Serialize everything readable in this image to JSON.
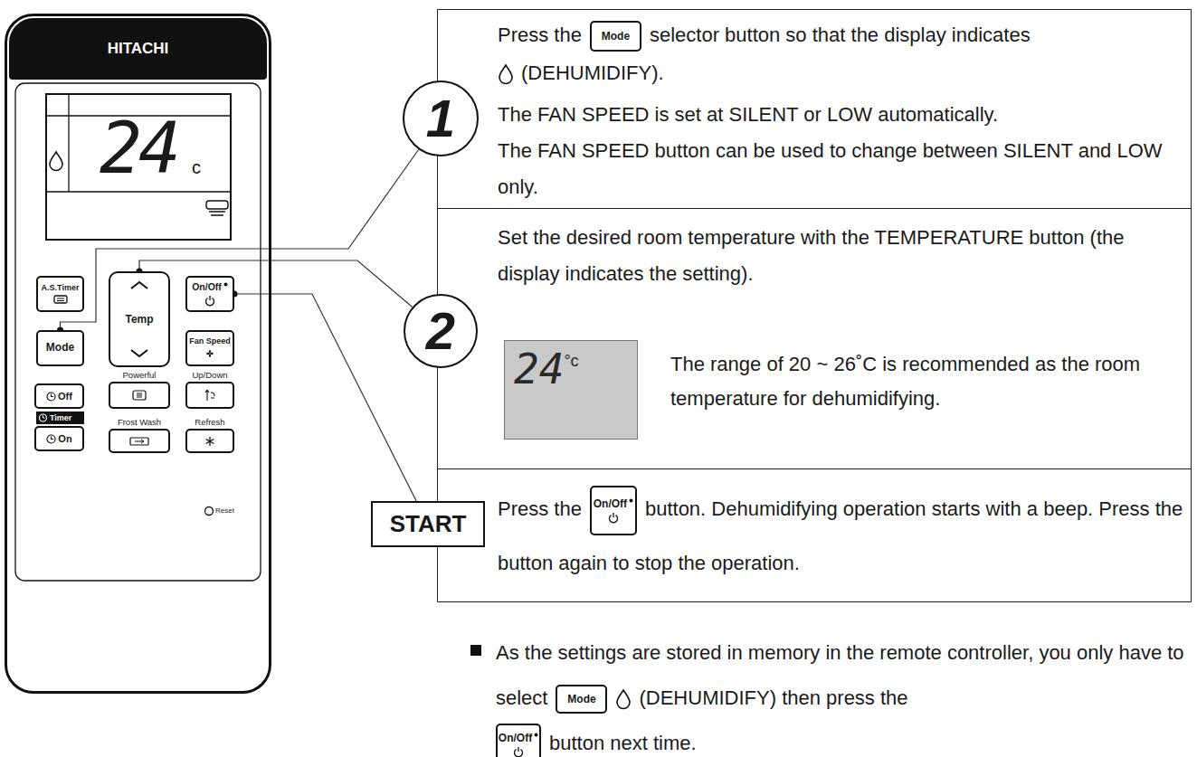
{
  "diagram": {
    "nodes": [
      {
        "text": [
          "HITACHI"
        ]
      },
      {
        "text": [
          "24",
          "c"
        ],
        "in": 0
      },
      {
        "text": [
          "A.S.Timer"
        ],
        "in": 0
      },
      {
        "text": [
          "Temp"
        ],
        "in": 0
      },
      {
        "text": [
          "On/Off"
        ],
        "in": 0
      },
      {
        "text": [
          "Mode"
        ],
        "in": 0
      },
      {
        "text": [
          "Fan Speed"
        ],
        "in": 0
      },
      {
        "text": [
          "Powerful"
        ],
        "in": 0
      },
      {
        "text": [
          "Up/Down"
        ],
        "in": 0
      },
      {
        "text": [
          "Off"
        ],
        "in": 0
      },
      {
        "text": [
          "Frost Wash"
        ],
        "in": 0
      },
      {
        "text": [
          "Refresh"
        ],
        "in": 0
      },
      {
        "text": [
          "On"
        ],
        "in": 0
      },
      {
        "text": [
          "1"
        ]
      },
      {
        "text": [
          "Press the",
          "selector button so that the display indicates",
          "(DEHUMIDIFY).",
          "The FAN SPEED is set at SILENT or LOW automatically.",
          "The FAN SPEED button can be used to change between SILENT and LOW only."
        ]
      },
      {
        "text": [
          "Mode"
        ],
        "in": 14
      },
      {
        "text": [
          "2"
        ]
      },
      {
        "text": [
          "Set the desired room temperature with the TEMPERATURE button (the display indicates the setting).",
          "The range of 20 ~ 26˚C is recommended as the room temperature for dehumidifying."
        ]
      },
      {
        "text": [
          "24",
          "°c"
        ],
        "in": 17
      },
      {
        "text": [
          "START"
        ]
      },
      {
        "text": [
          "Press the",
          "button. Dehumidifying operation starts with a beep. Press the button again to stop the operation."
        ]
      },
      {
        "text": [
          "On/Off"
        ],
        "in": 20
      },
      {
        "text": [
          "Mode"
        ]
      },
      {
        "text": [
          "On/Off"
        ]
      }
    ],
    "edges": [
      {
        "from": 5,
        "to": 13,
        "arrow": "none"
      },
      {
        "from": 3,
        "to": 16,
        "arrow": "none"
      },
      {
        "from": 4,
        "to": 19,
        "arrow": "none"
      }
    ],
    "labels": [
      "Timer",
      "Reset",
      "As the settings are stored in memory in the remote controller, you only have to select",
      "(DEHUMIDIFY) then press the",
      "button next time."
    ]
  }
}
